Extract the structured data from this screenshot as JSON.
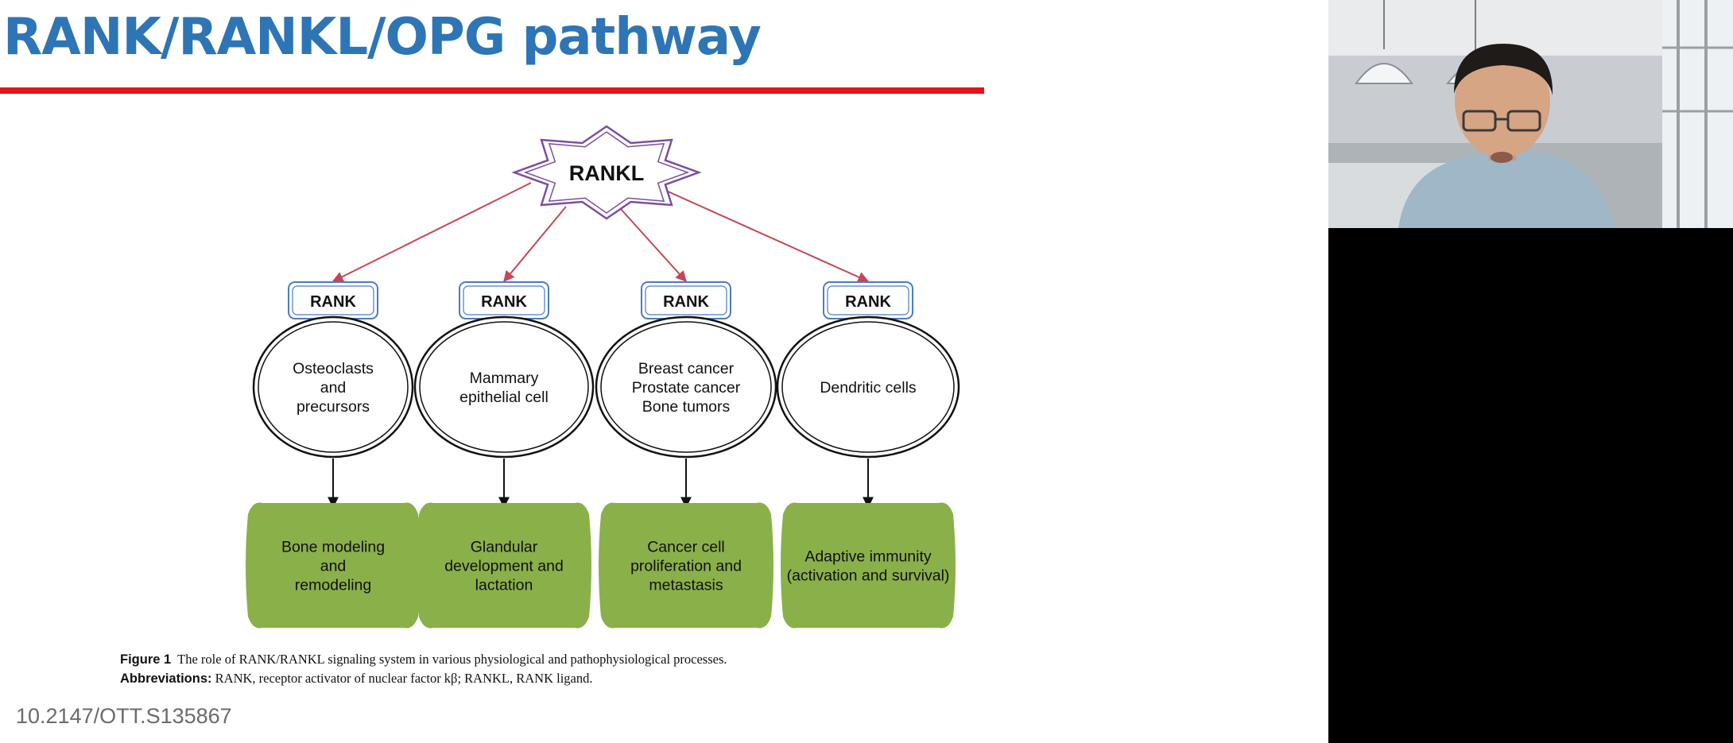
{
  "slide": {
    "title": "RANK/RANKL/OPG pathway",
    "doi": "10.2147/OTT.S135867"
  },
  "diagram": {
    "ligand": "RANKL",
    "receptor_label": "RANK",
    "branches": [
      {
        "cell_lines": [
          "Osteoclasts",
          "and",
          "precursors"
        ],
        "outcome_lines": [
          "Bone modeling",
          "and",
          "remodeling"
        ]
      },
      {
        "cell_lines": [
          "Mammary",
          "epithelial cell"
        ],
        "outcome_lines": [
          "Glandular",
          "development and",
          "lactation"
        ]
      },
      {
        "cell_lines": [
          "Breast cancer",
          "Prostate cancer",
          "Bone tumors"
        ],
        "outcome_lines": [
          "Cancer cell",
          "proliferation and",
          "metastasis"
        ]
      },
      {
        "cell_lines": [
          "Dendritic cells"
        ],
        "outcome_lines": [
          "Adaptive immunity",
          "(activation and survival)"
        ]
      }
    ],
    "colors": {
      "ligand_outline": "#7b4fa0",
      "receptor_outline": "#4a7cc2",
      "arrow_top": "#c4465a",
      "outcome_fill": "#8ab04a"
    }
  },
  "caption": {
    "figure_label": "Figure 1",
    "figure_text": "The role of RANK/RANKL signaling system in various physiological and pathophysiological processes.",
    "abbrev_label": "Abbreviations:",
    "abbrev_text": "RANK, receptor activator of nuclear factor kβ; RANKL, RANK ligand."
  },
  "video": {
    "participant_icon": "person-video-feed"
  }
}
